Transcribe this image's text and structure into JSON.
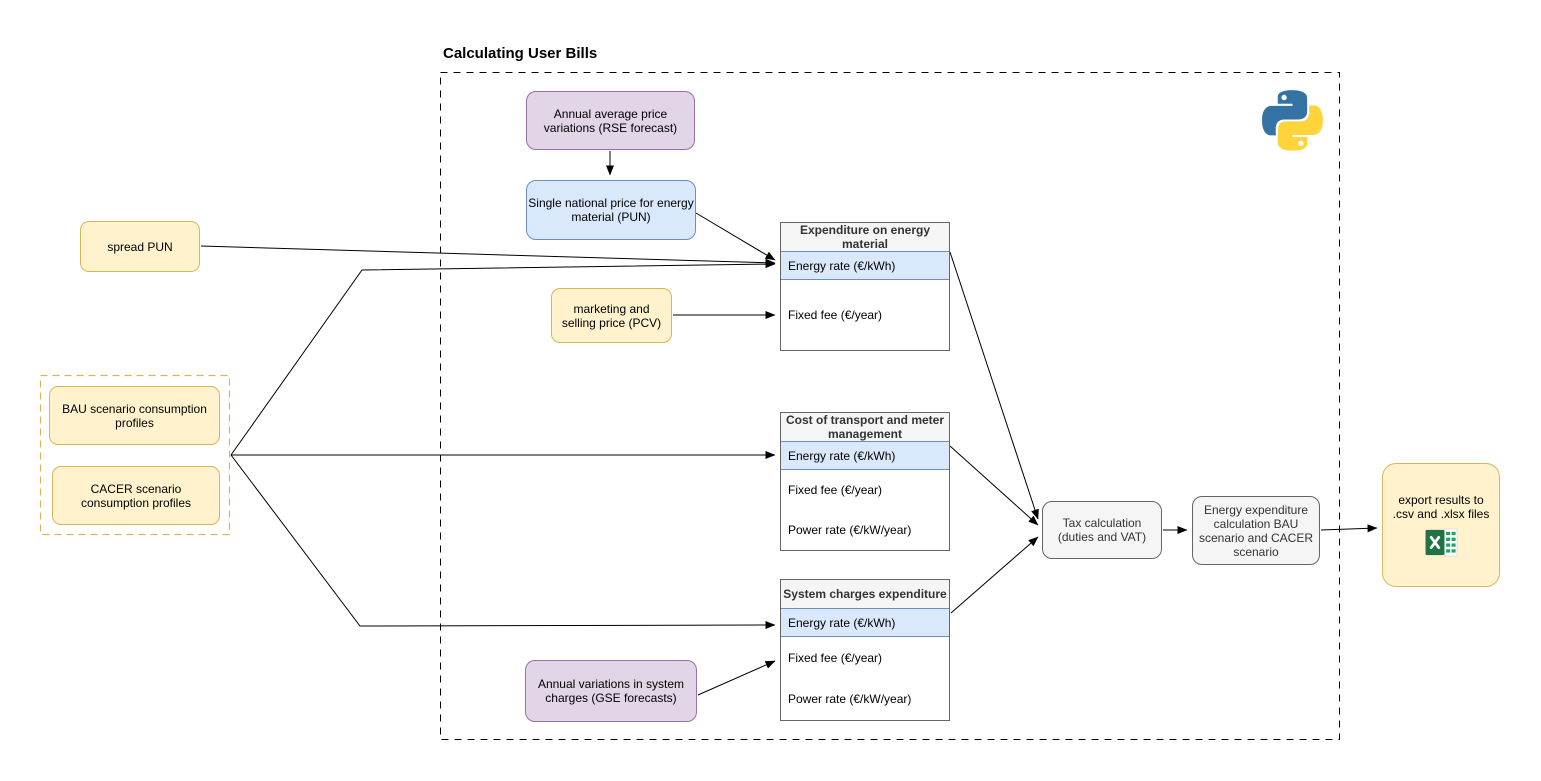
{
  "title": "Calculating User Bills",
  "colors": {
    "yellow_fill": "#FFF2CC",
    "yellow_border": "#D6B656",
    "purple_fill": "#E1D5E7",
    "purple_border": "#9673A6",
    "blue_fill": "#DAE8FC",
    "blue_border": "#6C8EBF",
    "gray_fill": "#F5F5F5",
    "gray_border": "#666666",
    "arrow": "#000000",
    "python_blue": "#3673A5",
    "python_yellow": "#FFD43B",
    "excel_green": "#217346"
  },
  "nodes": {
    "rse_forecast": {
      "label": "Annual average price variations (RSE forecast)"
    },
    "pun": {
      "label": "Single national price for energy material (PUN)"
    },
    "spread_pun": {
      "label": "spread PUN"
    },
    "pcv": {
      "label": "marketing and selling price (PCV)"
    },
    "bau_profiles": {
      "label": "BAU scenario consumption profiles"
    },
    "cacer_profiles": {
      "label": "CACER scenario consumption profiles"
    },
    "gse_forecasts": {
      "label": "Annual variations in system charges (GSE forecasts)"
    },
    "tax_calculation": {
      "label": "Tax calculation (duties and VAT)"
    },
    "energy_expenditure_calculation": {
      "label": "Energy expenditure calculation BAU scenario and CACER scenario"
    },
    "export_results": {
      "label": "export results to .csv and .xlsx files"
    }
  },
  "tables": [
    {
      "title": "Expenditure on energy material",
      "rows": [
        {
          "label": "Energy rate (€/kWh)",
          "highlighted": true
        },
        {
          "label": "Fixed fee (€/year)",
          "highlighted": false
        }
      ]
    },
    {
      "title": "Cost of transport and meter management",
      "rows": [
        {
          "label": "Energy rate (€/kWh)",
          "highlighted": true
        },
        {
          "label": "Fixed fee (€/year)",
          "highlighted": false
        },
        {
          "label": "Power rate (€/kW/year)",
          "highlighted": false
        }
      ]
    },
    {
      "title": "System charges expenditure",
      "rows": [
        {
          "label": "Energy rate (€/kWh)",
          "highlighted": true
        },
        {
          "label": "Fixed fee (€/year)",
          "highlighted": false
        },
        {
          "label": "Power rate (€/kW/year)",
          "highlighted": false
        }
      ]
    }
  ],
  "icons": {
    "python": "python-logo",
    "excel": "excel-spreadsheet"
  }
}
